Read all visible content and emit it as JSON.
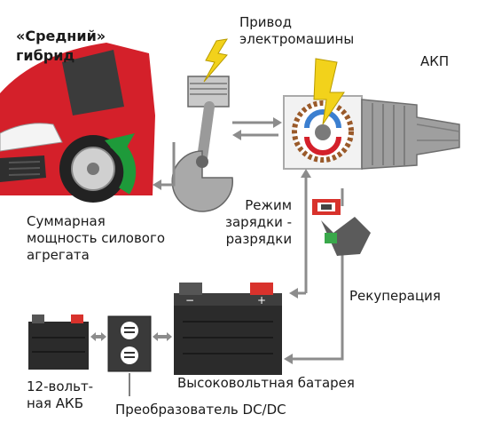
{
  "title_line1": "«Средний»",
  "title_line2": "гибрид",
  "labels": {
    "motor_line1": "Привод",
    "motor_line2": "электромашины",
    "gearbox": "АКП",
    "power_line1": "Суммарная",
    "power_line2": "мощность силового",
    "power_line3": "агрегата",
    "mode_line1": "Режим",
    "mode_line2": "зарядки -",
    "mode_line3": "разрядки",
    "recuperation": "Рекуперация",
    "low_battery_line1": "12-воль­т-",
    "low_battery_line2": "ная АКБ",
    "hv_battery": "Высоковольтная батарея",
    "converter": "Преобразователь DC/DC"
  },
  "colors": {
    "car_red": "#d4202a",
    "wheel_green": "#1e9a3a",
    "arrow_gray": "#8c8c8c",
    "battery_dark": "#2b2b2b",
    "lightning_yellow": "#f2d21b",
    "terminal_red": "#d8322c"
  },
  "icons": [
    "car-icon",
    "wheel-arrow-icon",
    "piston-icon",
    "lightning-icon",
    "electric-motor-icon",
    "gearbox-icon",
    "pedal-icon",
    "battery-icon",
    "converter-icon"
  ]
}
